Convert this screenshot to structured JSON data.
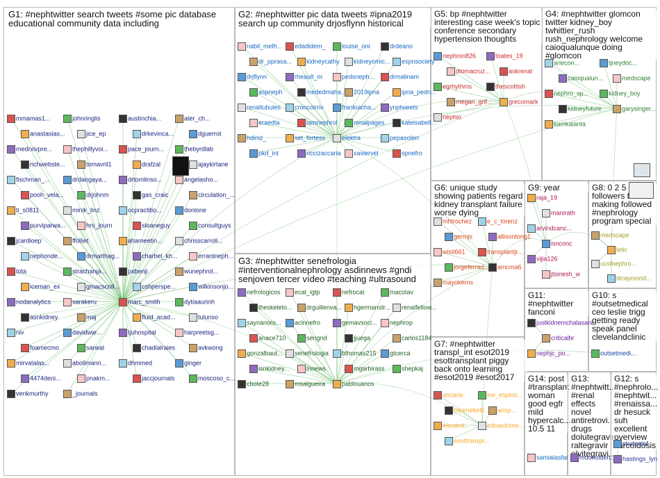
{
  "colors": {
    "link": "#6fbf6f",
    "panel_border": "#b9b9b9",
    "g1": "#1a237e",
    "g2": "#1565c0",
    "g3": "#1b5e20",
    "g5": "#c62828",
    "g4": "#2e7d32",
    "g6": "#d84315",
    "g9": "#ad1457",
    "g8": "#9e9d24",
    "g10": "#0d47a1",
    "g11": "#6a1b9a",
    "g7": "#f9a825",
    "g12": "#283593"
  },
  "groups": [
    {
      "id": "G1",
      "title": "G1: #nephtwitter search tweets #some pic database educational community data including",
      "color_key": "g1",
      "nodes": [
        "mmamas1...",
        "johnringlis",
        "austinchia...",
        "ater_ch...",
        "anastasias...",
        "jice_ep",
        "drkevinca...",
        "dguerrot",
        "medrxivpre...",
        "thephillyvoi...",
        "pace_journ...",
        "thebyrdlab",
        "richwebste...",
        "tomavril1",
        "drafzal",
        "ajaykirtane",
        "fischman_...",
        "drdangaya...",
        "drtomlinso...",
        "angelasho...",
        "pooh_vela...",
        "drjohnm",
        "gas_craic",
        "circulation_...",
        "ti_s0811",
        "minik_linz",
        "ocpractitio...",
        "donlone",
        "purviparwa...",
        "hrs_journ",
        "sloaneguy",
        "consultguys",
        "jcardioep",
        "ffolliet",
        "ahameetin...",
        "chrisscarroll...",
        "nephonde...",
        "drmarthag...",
        "charbel_kh...",
        "errantneph...",
        "tota",
        "strachanja...",
        "pxbenji",
        "wunephrol...",
        "iceman_ex",
        "gmacscotl...",
        "cshperspe...",
        "wilkinsonjo...",
        "nodanalytics",
        "sarakeru",
        "marc_smith",
        "dytiaaurinh",
        "asnkidney",
        "maj",
        "fluid_acad...",
        "tulunso",
        "niv",
        "davidwie...",
        "tjuhospital",
        "harpreetsg...",
        "foamecmo",
        "sarwal",
        "chadialraies",
        "avkwong",
        "mirvatalas...",
        "abollmann...",
        "dhmmed",
        "ginger",
        "4474deni...",
        "pnakm...",
        "jaccjournals",
        "moscoso_c...",
        "venkmurthy",
        "_journals"
      ]
    },
    {
      "id": "G2",
      "title": "G2: #nephtwitter pic data tweets #ipna2019 search up community drjosflynn historical",
      "color_key": "g2",
      "nodes": [
        "nabil_melh...",
        "edadidem_",
        "louise_oni",
        "drdeano",
        "dr_pprasa...",
        "kidneycathy",
        "kidneyomic...",
        "espnsociety",
        "drjflynn",
        "rheault_m",
        "pedsneph...",
        "drmalinam",
        "aspneph",
        "mededmaha...",
        "2019ipna",
        "ipna_pedn...",
        "renaltubules",
        "croncoirriv",
        "franloacha...",
        "ynptweets",
        "eraedta",
        "iamnephrol",
        "renalpages",
        "kateisabell...",
        "hdiniz_",
        "set_fortess",
        "elektra",
        "pepasolerr",
        "pkd_int",
        "riccizaccaria",
        "xaviervel",
        "spnefro"
      ]
    },
    {
      "id": "G3",
      "title": "G3: #nephtwitter senefrologia #interventionalnephrology asdinnews #gndi senjoven tercer vídeo #teaching #ultrasound",
      "color_key": "g3",
      "nodes": [
        "nefrologicos",
        "ecat_igtp",
        "nefrocat",
        "macotav",
        "theskeleto...",
        "drguillenva...",
        "hgermanstr...",
        "renalfellow...",
        "saynanoro...",
        "acinnefro",
        "gemavsoci...",
        "nephrop",
        "anace710",
        "sengnd",
        "jjuega",
        "carlos1184",
        "gonzalbaut...",
        "senefrologia",
        "bthomas215",
        "gtcerca",
        "isnkidney...",
        "innews",
        "mgarbirass",
        "shepkaj",
        "cbote28",
        "msalgueira",
        "pablouanos"
      ]
    },
    {
      "id": "G5",
      "title": "G5: bp #nephtwitter interesting case week's topic conference secondary hypertension thoughts",
      "color_key": "g5",
      "nodes": [
        "nephron826",
        "toates_19",
        "dtomacruz...",
        "askrenal",
        "egrhythms",
        "thescottish",
        "megan_grif...",
        "grecomark",
        "nephio"
      ]
    },
    {
      "id": "G4",
      "title": "G4: #nephtwitter glomcon twitter kidney_boy twhittier_rush rush_nephrology welcome caioqualunque doing #glomcon",
      "color_key": "g4",
      "nodes": [
        "ariecon...",
        "tjneydoc...",
        "caioqualun...",
        "medscape",
        "nephro_sp...",
        "kidney_boy",
        "kidneyfuture",
        "garysinger...",
        "kamkalanta"
      ]
    },
    {
      "id": "G6",
      "title": "G6: unique study showing patients regard kidney transplant failure worse dying",
      "color_key": "g6",
      "nodes": [
        "mhtrochez",
        "e_c_lorenz",
        "germjs",
        "allisontong1",
        "wisit661",
        "transplantjr...",
        "jorgeferrad...",
        "amcma6",
        "mayokerns"
      ]
    },
    {
      "id": "G9",
      "title": "G9: year",
      "color_key": "g9",
      "nodes": [
        "raja_19",
        "manirath",
        "arvindcanc...",
        "isnconc",
        "vijia126",
        "jtsinesh_w"
      ]
    },
    {
      "id": "G8",
      "title": "G8: 0 2 5 followers thank making followed #nephrology program special",
      "color_key": "g8",
      "nodes": [
        "medscape",
        "letic",
        "ucsfnephro...",
        "drraymond..."
      ]
    },
    {
      "id": "G11",
      "title": "G11: #nephtwitter fanconi",
      "color_key": "g11",
      "nodes": [
        "justkidnemchalasani",
        "criticalbr",
        "nephjc_po..."
      ]
    },
    {
      "id": "G10",
      "title": "G10: s #outsetmedical ceo leslie trigg getting ready speak panel clevelandclinic",
      "color_key": "g10",
      "nodes": [
        "outsetmedi..."
      ]
    },
    {
      "id": "G7",
      "title": "G7: #nephtwitter transpl_int esot2019 esottransplant piggy back onto learning #esot2019 #esot2017",
      "color_key": "g7",
      "nodes": [
        "ancaria",
        "ine_espino...",
        "mirenebelli...",
        "ansp...",
        "alexand...",
        "edoardome...",
        "esottranspl..."
      ]
    },
    {
      "id": "G14",
      "title": "G14: post #transplant woman good egfr mild hypercalc... 10.5 11",
      "color_key": "g2",
      "nodes": [
        "samialasfar"
      ]
    },
    {
      "id": "G13",
      "title": "G13: #nephtwitt... #renal effects novel antiretrovi... drugs dolutegravir raltegravir elvitegravi...",
      "color_key": "g12",
      "nodes": [
        "mdonoiden..."
      ]
    },
    {
      "id": "G12",
      "title": "G12: s #nephrolo... #nephtwit... #renaissa... dr hesuck suh excellent overview sarcoidosis",
      "color_key": "g12",
      "nodes": [
        "studentnf",
        "hastings_lyn"
      ]
    }
  ]
}
